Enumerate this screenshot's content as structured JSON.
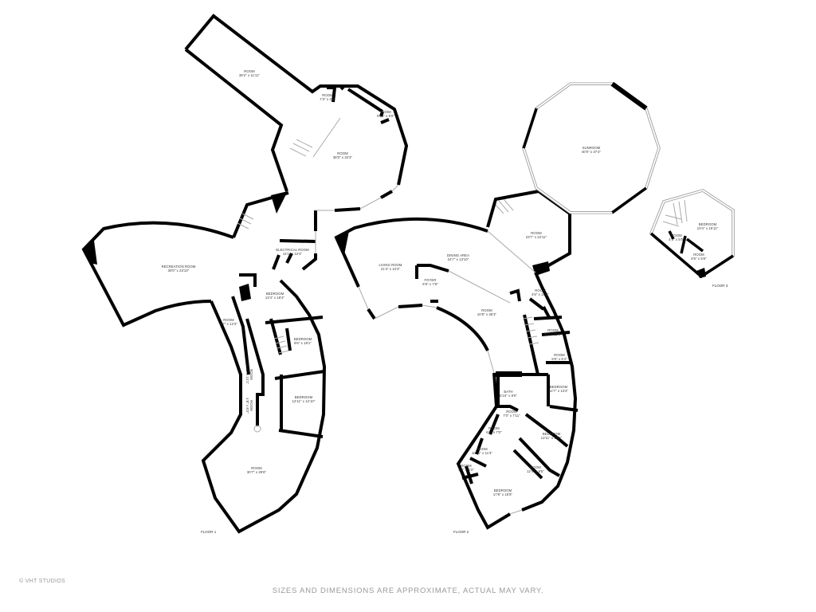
{
  "floors": [
    {
      "label": "FLOOR 1",
      "rooms": [
        {
          "name": "ROOM",
          "dims": "38'2\" x 11'11\""
        },
        {
          "name": "ROOM",
          "dims": "7'3\" x 4'9\""
        },
        {
          "name": "ROOM",
          "dims": "5'10\" x 5'0\""
        },
        {
          "name": "ROOM",
          "dims": "38'0\" x 34'3\""
        },
        {
          "name": "ELECTRICAL ROOM",
          "dims": "14'1\" x 12'4\""
        },
        {
          "name": "RECREATION ROOM",
          "dims": "30'0\" x 23'10\""
        },
        {
          "name": "BEDROOM",
          "dims": "13'4\" x 18'2\""
        },
        {
          "name": "ROOM",
          "dims": "6'7\" x 12'3\""
        },
        {
          "name": "BEDROOM",
          "dims": "9'6\" x 18'1\""
        },
        {
          "name": "ROOM",
          "dims": "4'11\" x 13'1\""
        },
        {
          "name": "ROOM",
          "dims": "4'8\" x 8'3\""
        },
        {
          "name": "BEDROOM",
          "dims": "12'11\" x 12'10\""
        },
        {
          "name": "ROOM",
          "dims": "30'7\" x 29'6\""
        }
      ]
    },
    {
      "label": "FLOOR 2",
      "rooms": [
        {
          "name": "SUNROOM",
          "dims": "40'0\" x 37'2\""
        },
        {
          "name": "ROOM",
          "dims": "23'7\" x 22'11\""
        },
        {
          "name": "LIVING ROOM",
          "dims": "21'4\" x 24'3\""
        },
        {
          "name": "DINING AREA",
          "dims": "24'7\" x 13'10\""
        },
        {
          "name": "FOYER",
          "dims": "6'6\" x 7'8\""
        },
        {
          "name": "ROOM",
          "dims": "10'8\" x 36'3\""
        },
        {
          "name": "ROOM",
          "dims": "4'6\" x 10'8\""
        },
        {
          "name": "ROOM",
          "dims": "9'3\" x 11'6\""
        },
        {
          "name": "ROOM",
          "dims": "9'6\" x 5'4\""
        },
        {
          "name": "BEDROOM",
          "dims": "12'7\" x 13'4\""
        },
        {
          "name": "BATH",
          "dims": "6'10\" x 9'0\""
        },
        {
          "name": "ROOM",
          "dims": "7'0\" x 7'11\""
        },
        {
          "name": "ROOM",
          "dims": "6'6\" x 7'0\""
        },
        {
          "name": "BEDROOM",
          "dims": "12'11\" x 12'8\""
        },
        {
          "name": "ROOM",
          "dims": "10'11\" x 11'3\""
        },
        {
          "name": "ROOM",
          "dims": "5'8\" x 8'3\""
        },
        {
          "name": "ROOM",
          "dims": "12'4\" x 9'5\""
        },
        {
          "name": "BEDROOM",
          "dims": "17'8\" x 15'5\""
        }
      ]
    },
    {
      "label": "FLOOR 3",
      "rooms": [
        {
          "name": "BEDROOM",
          "dims": "10'4\" x 15'11\""
        },
        {
          "name": "ROOM",
          "dims": "4'3\" x 5'0\""
        },
        {
          "name": "ROOM",
          "dims": "9'5\" x 5'8\""
        }
      ]
    }
  ],
  "footer": {
    "copyright": "© VHT STUDIOS",
    "disclaimer": "SIZES AND DIMENSIONS ARE APPROXIMATE, ACTUAL MAY VARY."
  }
}
